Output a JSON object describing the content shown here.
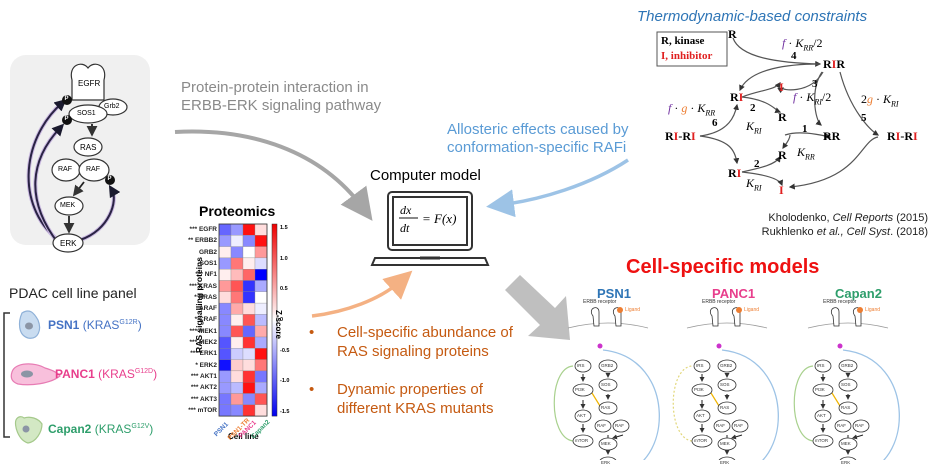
{
  "pathway": {
    "nodes": [
      "EGFR",
      "Grb2",
      "SOS1",
      "RAS",
      "RAF",
      "RAF",
      "MEK",
      "ERK"
    ],
    "phospho_label": "P"
  },
  "ppi_label": {
    "line1": "Protein-protein interaction in",
    "line2": "ERBB-ERK signaling pathway"
  },
  "thermo": {
    "title": "Thermodynamic-based constraints",
    "legend_kinase": "R, kinase",
    "legend_inhibitor": "I, inhibitor",
    "species": {
      "R": "R",
      "RIR_a": "R",
      "RIR_b": "I",
      "RIR_c": "R",
      "RI": "R",
      "I": "I",
      "RR": "RR",
      "RIRI": "R",
      "dash": "-"
    },
    "reactions": {
      "r1": "1",
      "r2": "2",
      "r3": "3",
      "r4": "4",
      "r5": "5",
      "r6": "6"
    },
    "constants": {
      "f": "f",
      "g": "g",
      "dot": "·",
      "K": "K",
      "RR": "RR",
      "RI": "RI",
      "half": "/2",
      "two": "2"
    }
  },
  "citations": {
    "c1_author": "Kholodenko, ",
    "c1_journal": "Cell Reports",
    "c1_year": " (2015)",
    "c2_author": "Rukhlenko ",
    "c2_etal": "et al., Cell Syst",
    "c2_year": ". (2018)"
  },
  "allosteric": {
    "line1": "Allosteric effects caused by",
    "line2": "conformation-specific RAFi"
  },
  "computer_model": {
    "title": "Computer model",
    "eq_num": "dx",
    "eq_den": "dt",
    "eq_rhs": "= F(x)"
  },
  "proteomics": {
    "title": "Proteomics",
    "ylabel": "RAS signalling proteins",
    "xlabel": "Cell line",
    "colorbar_label": "Z-score",
    "colorbar_ticks": [
      "1.5",
      "1.0",
      "0.5",
      "0",
      "-0.5",
      "-1.0",
      "-1.5"
    ]
  },
  "chart_data": {
    "type": "heatmap",
    "title": "Proteomics",
    "xlabel": "Cell line",
    "ylabel": "RAS signalling proteins",
    "colorbar": {
      "label": "Z-score",
      "range": [
        -1.5,
        1.5
      ]
    },
    "columns": [
      "PSN1",
      "PSN1-TR",
      "PANC1",
      "Capan2"
    ],
    "column_colors": [
      "#4472c4",
      "#ed7d31",
      "#e83e8c",
      "#2e9e6b"
    ],
    "rows": [
      {
        "name": "EGFR",
        "sig": "***",
        "values": [
          -0.9,
          -0.6,
          1.4,
          0.2
        ]
      },
      {
        "name": "ERBB2",
        "sig": "**",
        "values": [
          -0.6,
          -0.1,
          -0.7,
          1.4
        ]
      },
      {
        "name": "GRB2",
        "sig": "",
        "values": [
          0.1,
          -0.7,
          0.0,
          0.6
        ]
      },
      {
        "name": "SOS1",
        "sig": "",
        "values": [
          -0.6,
          0.8,
          0.1,
          -0.2
        ]
      },
      {
        "name": "NF1",
        "sig": "***",
        "values": [
          0.1,
          0.4,
          0.9,
          -1.5
        ]
      },
      {
        "name": "KRAS",
        "sig": "***",
        "values": [
          0.6,
          1.0,
          -1.2,
          -0.5
        ]
      },
      {
        "name": "NRAS",
        "sig": "*",
        "values": [
          0.2,
          0.8,
          -1.2,
          0.0
        ]
      },
      {
        "name": "ARAF",
        "sig": "",
        "values": [
          -0.7,
          0.5,
          0.2,
          -0.1
        ]
      },
      {
        "name": "CRAF",
        "sig": "*",
        "values": [
          -0.7,
          0.1,
          1.0,
          -0.4
        ]
      },
      {
        "name": "MEK1",
        "sig": "***",
        "values": [
          -0.7,
          1.0,
          -0.9,
          0.5
        ]
      },
      {
        "name": "MEK2",
        "sig": "***",
        "values": [
          -1.0,
          0.1,
          1.2,
          -0.5
        ]
      },
      {
        "name": "ERK1",
        "sig": "***",
        "values": [
          -1.0,
          -0.3,
          -0.2,
          1.4
        ]
      },
      {
        "name": "ERK2",
        "sig": "*",
        "values": [
          -1.4,
          0.3,
          0.2,
          0.8
        ]
      },
      {
        "name": "AKT1",
        "sig": "***",
        "values": [
          -0.6,
          0.2,
          1.2,
          -0.8
        ]
      },
      {
        "name": "AKT2",
        "sig": "***",
        "values": [
          -0.6,
          -0.4,
          1.4,
          -0.5
        ]
      },
      {
        "name": "AKT3",
        "sig": "***",
        "values": [
          -0.8,
          0.6,
          -0.7,
          1.0
        ]
      },
      {
        "name": "mTOR",
        "sig": "***",
        "values": [
          -0.8,
          -0.7,
          1.2,
          0.2
        ]
      }
    ]
  },
  "cell_panel": {
    "title": "PDAC cell line panel",
    "lines": [
      {
        "name": "PSN1",
        "gene": "KRAS",
        "mut": "G12R",
        "color": "#4472c4",
        "cell_fill": "#c9dcf0",
        "cell_stroke": "#8fb1d8"
      },
      {
        "name": "PANC1",
        "gene": "KRAS",
        "mut": "G12D",
        "color": "#e83e8c",
        "cell_fill": "#f8c0dc",
        "cell_stroke": "#e77cb4"
      },
      {
        "name": "Capan2",
        "gene": "KRAS",
        "mut": "G12V",
        "color": "#2e9e6b",
        "cell_fill": "#d3e8c4",
        "cell_stroke": "#a5c98b"
      }
    ]
  },
  "inputs": {
    "bullet1_line1": "Cell-specific abundance of",
    "bullet1_line2": "RAS signaling proteins",
    "bullet2_line1": "Dynamic properties of",
    "bullet2_line2": "different KRAS mutants",
    "bullet": "•"
  },
  "cell_models": {
    "title": "Cell-specific models",
    "models": [
      {
        "name": "PSN1",
        "color": "#2e75b6"
      },
      {
        "name": "PANC1",
        "color": "#e83e8c"
      },
      {
        "name": "Capan2",
        "color": "#2e9e6b"
      }
    ],
    "receptor_label": "ERBB receptor",
    "ligand_label": "Ligand",
    "nodes": [
      "IRS",
      "GRB2",
      "SOS",
      "PI3K",
      "RAS",
      "RAF",
      "RAF",
      "AKT",
      "MEK",
      "mTOR",
      "ERK"
    ]
  }
}
